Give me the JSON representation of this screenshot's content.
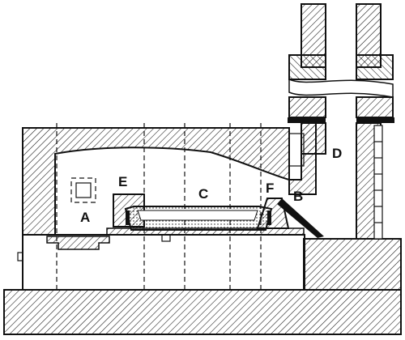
{
  "labels": {
    "A": "A",
    "B": "B",
    "C": "C",
    "D": "D",
    "E": "E",
    "F": "F"
  },
  "colors": {
    "ink": "#111111",
    "paper": "#ffffff"
  }
}
